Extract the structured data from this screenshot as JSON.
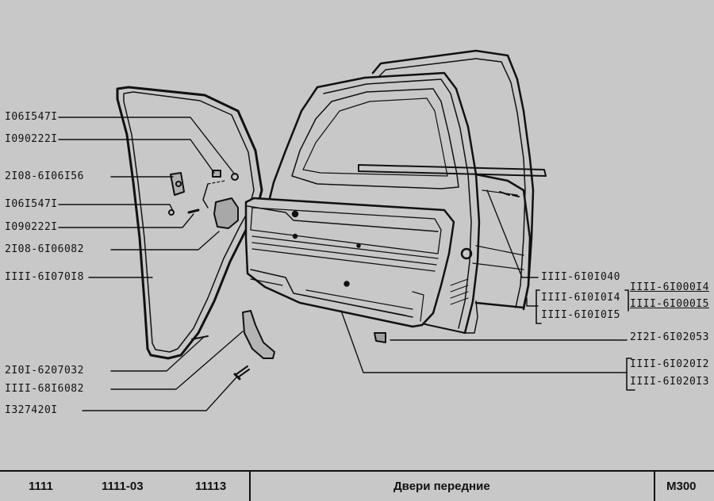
{
  "labels": {
    "l1": "I06I547I",
    "l2": "I090222I",
    "l3": "2I08-6I06I56",
    "l4": "I06I547I",
    "l5": "I090222I",
    "l6": "2I08-6I06082",
    "l7": "IIII-6I070I8",
    "l8": "2I0I-6207032",
    "l9": "IIII-68I6082",
    "l10": "I327420I",
    "r1": "IIII-6I0I040",
    "r2": "IIII-6I0I0I4",
    "r3": "IIII-6I0I0I5",
    "r4": "IIII-6I000I4",
    "r5": "IIII-6I000I5",
    "r6": "2I2I-6I02053",
    "r7": "IIII-6I020I2",
    "r8": "IIII-6I020I3"
  },
  "footer": {
    "m1": "1111",
    "m2": "1111-03",
    "m3": "11113",
    "title": "Двери передние",
    "code": "М300"
  }
}
